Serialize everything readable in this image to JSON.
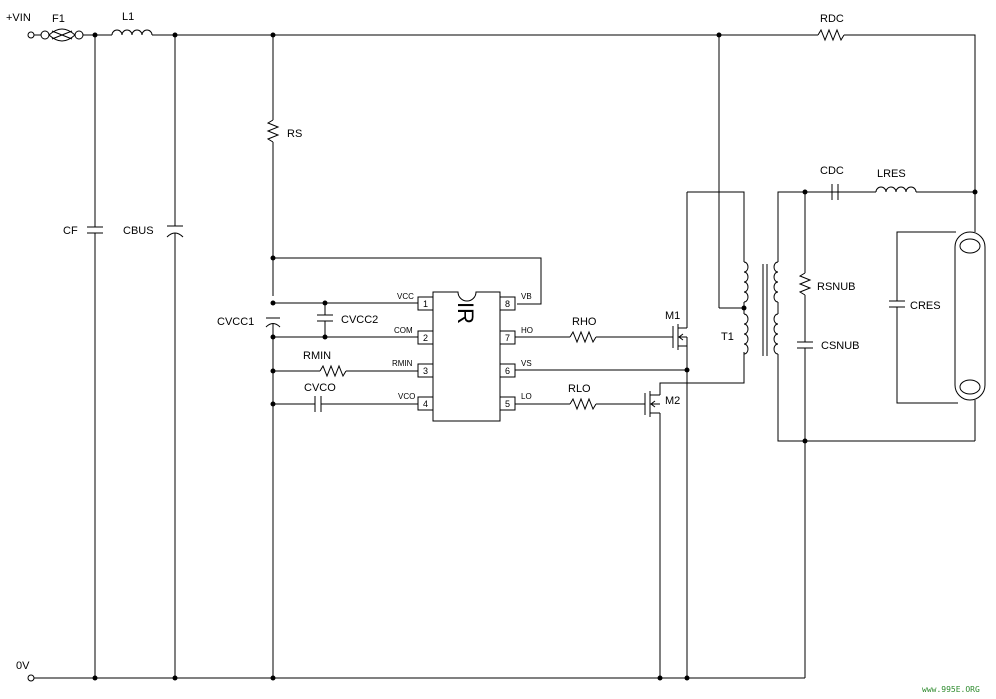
{
  "labels": {
    "vin": "+VIN",
    "gnd": "0V",
    "f1": "F1",
    "l1": "L1",
    "rdc": "RDC",
    "rs": "RS",
    "cf": "CF",
    "cbus": "CBUS",
    "cvcc1": "CVCC1",
    "cvcc2": "CVCC2",
    "rmin": "RMIN",
    "cvco": "CVCO",
    "rho": "RHO",
    "rlo": "RLO",
    "m1": "M1",
    "m2": "M2",
    "t1": "T1",
    "cdc": "CDC",
    "lres": "LRES",
    "rsnub": "RSNUB",
    "csnub": "CSNUB",
    "cres": "CRES"
  },
  "chip": {
    "marking": "IR",
    "pins": [
      {
        "num": "1",
        "name": "VCC"
      },
      {
        "num": "2",
        "name": "COM"
      },
      {
        "num": "3",
        "name": "RMIN"
      },
      {
        "num": "4",
        "name": "VCO"
      },
      {
        "num": "5",
        "name": "LO"
      },
      {
        "num": "6",
        "name": "VS"
      },
      {
        "num": "7",
        "name": "HO"
      },
      {
        "num": "8",
        "name": "VB"
      }
    ]
  },
  "watermark": "www.995E.ORG"
}
